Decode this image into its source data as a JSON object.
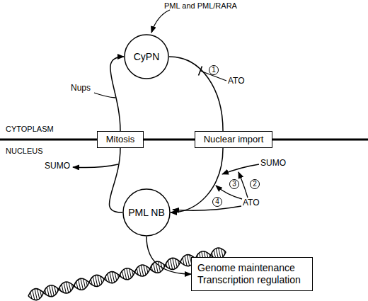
{
  "diagram": {
    "nodes": [
      {
        "text": [
          "CyPN"
        ]
      },
      {
        "text": [
          "Mitosis"
        ]
      },
      {
        "text": [
          "Nuclear import"
        ]
      },
      {
        "text": [
          "PML NB"
        ]
      },
      {
        "text": [
          "Genome maintenance Transcription regulation"
        ]
      }
    ],
    "edges": [
      {
        "from": 0,
        "to": 2,
        "arrow": "none"
      },
      {
        "from": 2,
        "to": 3,
        "arrow": "to"
      },
      {
        "from": 3,
        "to": 1,
        "arrow": "none"
      },
      {
        "from": 1,
        "to": 0,
        "arrow": "to"
      },
      {
        "from": 3,
        "to": 4,
        "arrow": "to"
      }
    ],
    "labels": [
      "PML and PML/RARA",
      "1",
      "ATO",
      "Nups",
      "CYTOPLASM",
      "NUCLEUS",
      "SUMO",
      "SUMO",
      "2",
      "3",
      "4",
      "ATO"
    ]
  }
}
